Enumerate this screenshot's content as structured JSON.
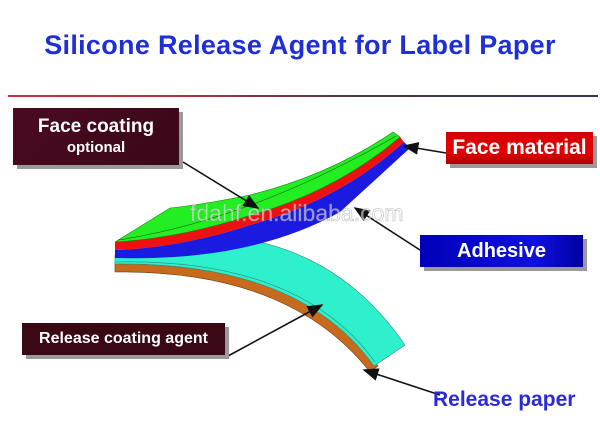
{
  "title": "Silicone Release Agent for Label Paper",
  "watermark": "fdahf.en.alibaba.com",
  "labels": {
    "face_coating": {
      "line1": "Face coating",
      "line2": "optional"
    },
    "face_material": "Face material",
    "adhesive": "Adhesive",
    "release_coating_agent": "Release coating agent",
    "release_paper": "Release paper"
  },
  "layers": [
    {
      "name": "Face coating",
      "color": "#22ee22"
    },
    {
      "name": "Face material",
      "color": "#ee1111"
    },
    {
      "name": "Adhesive",
      "color": "#1a1ae0"
    },
    {
      "name": "Release coating agent",
      "color": "#2ef0cc"
    },
    {
      "name": "Release paper",
      "color": "#c86a1c"
    }
  ]
}
